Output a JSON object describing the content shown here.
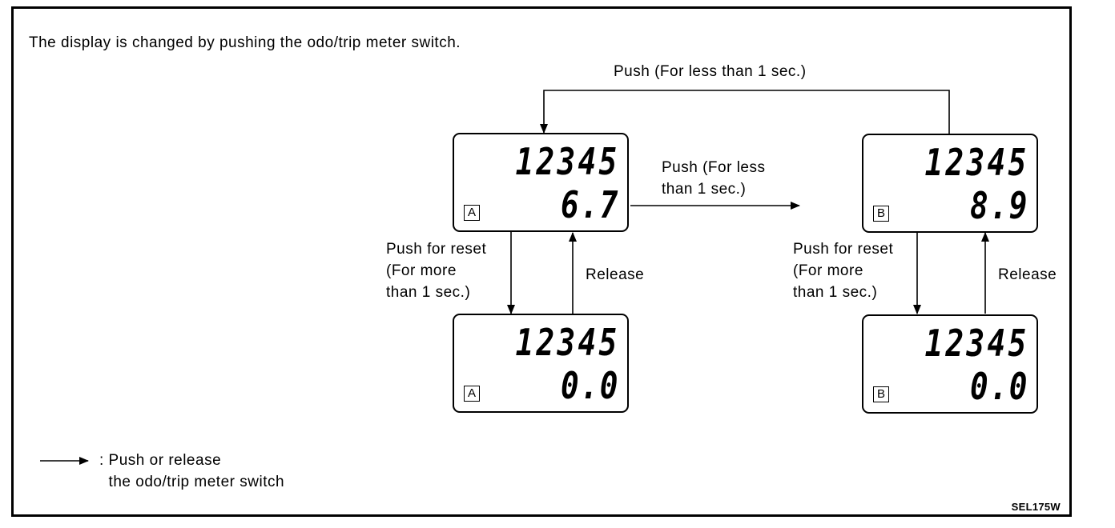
{
  "intro_text": "The display is changed by pushing the odo/trip meter switch.",
  "labels": {
    "top_push": "Push (For less than 1 sec.)",
    "middle_push": "Push (For less\nthan 1 sec.)",
    "reset_a": "Push for reset\n(For more\nthan 1 sec.)",
    "reset_b": "Push for reset\n(For more\nthan 1 sec.)",
    "release_a": "Release",
    "release_b": "Release"
  },
  "panels": {
    "a_top": {
      "odo": "12345",
      "trip": "6.7",
      "badge": "A"
    },
    "a_bottom": {
      "odo": "12345",
      "trip": "0.0",
      "badge": "A"
    },
    "b_top": {
      "odo": "12345",
      "trip": "8.9",
      "badge": "B"
    },
    "b_bottom": {
      "odo": "12345",
      "trip": "0.0",
      "badge": "B"
    }
  },
  "legend": {
    "text": ": Push or release\n  the odo/trip meter switch"
  },
  "figure_code": "SEL175W"
}
